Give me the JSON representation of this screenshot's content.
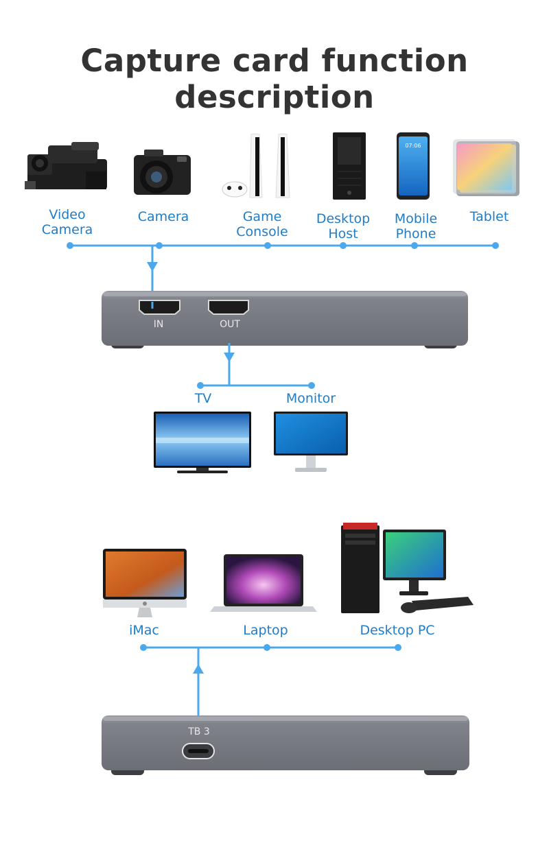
{
  "title": "Capture card function description",
  "sources": [
    {
      "label": "Video\nCamera",
      "icon": "video-camera-icon"
    },
    {
      "label": "Camera",
      "icon": "camera-icon"
    },
    {
      "label": "Game\nConsole",
      "icon": "game-console-icon"
    },
    {
      "label": "Desktop\nHost",
      "icon": "desktop-host-icon"
    },
    {
      "label": "Mobile\nPhone",
      "icon": "mobile-phone-icon"
    },
    {
      "label": "Tablet",
      "icon": "tablet-icon"
    }
  ],
  "capture_card_top": {
    "port_in": "IN",
    "port_out": "OUT"
  },
  "outputs": [
    {
      "label": "TV",
      "icon": "tv-icon"
    },
    {
      "label": "Monitor",
      "icon": "monitor-icon"
    }
  ],
  "computers": [
    {
      "label": "iMac",
      "icon": "imac-icon"
    },
    {
      "label": "Laptop",
      "icon": "laptop-icon"
    },
    {
      "label": "Desktop PC",
      "icon": "desktop-pc-icon"
    }
  ],
  "capture_card_bottom": {
    "port": "TB 3"
  },
  "colors": {
    "accent": "#4aa8ec",
    "label": "#1e7cc8",
    "card": "#7b7e84",
    "title": "#333333"
  }
}
